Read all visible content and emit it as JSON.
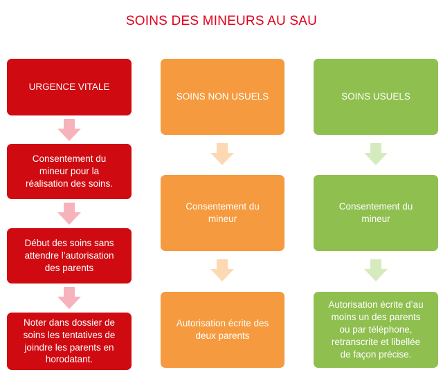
{
  "title": "SOINS DES MINEURS AU SAU",
  "colors": {
    "title": "#e0001a",
    "red_box": "#d00a11",
    "red_arrow": "#f7b3bb",
    "orange_box": "#f59a3e",
    "orange_arrow": "#fcd9b2",
    "green_box": "#8fbf4f",
    "green_arrow": "#d6ebbd"
  },
  "columns": [
    {
      "header": "URGENCE VITALE",
      "steps": [
        "Consentement du\nmineur  pour la\nréalisation des soins.",
        "Début des soins sans\nattendre l’autorisation\ndes parents",
        "Noter dans dossier de\nsoins les tentatives de\njoindre les parents en\nhorodatant."
      ]
    },
    {
      "header": "SOINS NON USUELS",
      "steps": [
        "Consentement du\nmineur",
        "Autorisation écrite des\ndeux parents"
      ]
    },
    {
      "header": "SOINS USUELS",
      "steps": [
        "Consentement du\nmineur",
        "Autorisation écrite d’au\nmoins un des parents\nou par téléphone,\nretranscrite et libellée\nde façon précise."
      ]
    }
  ]
}
